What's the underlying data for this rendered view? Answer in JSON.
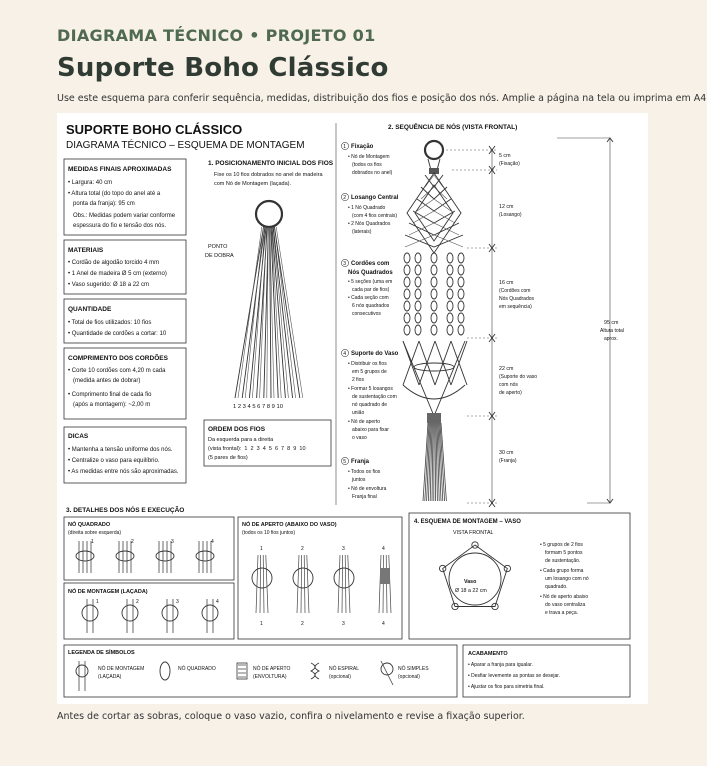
{
  "header": {
    "kicker": "DIAGRAMA TÉCNICO • PROJETO 01",
    "title": "Suporte Boho Clássico",
    "intro": "Use este esquema para conferir sequência, medidas, distribuição dos fios e posição dos nós. Amplie a página na tela ou imprima em A4."
  },
  "footer": {
    "note": "Antes de cortar as sobras, coloque o vaso vazio, confira o nivelamento e revise a fixação superior."
  },
  "sheet": {
    "title": "SUPORTE BOHO CLÁSSICO",
    "subtitle": "DIAGRAMA TÉCNICO – ESQUEMA DE MONTAGEM",
    "medidas": {
      "title": "MEDIDAS FINAIS APROXIMADAS",
      "l1": "• Largura: 40 cm",
      "l2": "• Altura total (do topo do anel até a",
      "l3": "ponta da franja): 95 cm",
      "obs1": "Obs.: Medidas podem variar conforme",
      "obs2": "espessura do fio e tensão dos nós."
    },
    "materiais": {
      "title": "MATERIAIS",
      "l1": "• Cordão de algodão torcido 4 mm",
      "l2": "• 1 Anel de madeira Ø 5 cm (externo)",
      "l3": "• Vaso sugerido: Ø 18 a 22 cm"
    },
    "quantidade": {
      "title": "QUANTIDADE",
      "l1": "• Total de fios utilizados: 10 fios",
      "l2": "• Quantidade de cordões a cortar: 10"
    },
    "comprimento": {
      "title": "COMPRIMENTO DOS CORDÕES",
      "l1": "• Corte 10 cordões com 4,20 m cada",
      "l2": "(medida antes de dobrar)",
      "l3": "• Comprimento final de cada fio",
      "l4": "(após a montagem): ~2,00 m"
    },
    "dicas": {
      "title": "DICAS",
      "l1": "• Mantenha a tensão uniforme dos nós.",
      "l2": "• Centralize o vaso para equilíbrio.",
      "l3": "• As medidas entre nós são aproximadas."
    },
    "posicionamento": {
      "title": "1. POSICIONAMENTO INICIAL DOS FIOS",
      "d1": "Fixe os 10 fios dobrados no anel de madeira",
      "d2": "com Nó de Montagem (laçada).",
      "ponto1": "PONTO",
      "ponto2": "DE DOBRA",
      "numbers": "1 2 3 4 5 6 7 8 9 10"
    },
    "ordem": {
      "title": "ORDEM DOS FIOS",
      "l1": "Da esquerda para a direita",
      "l2": "(vista frontal):  1  2  3  4  5  6  7  8  9  10",
      "l3": "(5 pares de fios)"
    },
    "sequencia": {
      "title": "2. SEQUÊNCIA DE NÓS (VISTA FRONTAL)",
      "s1": {
        "n": "1",
        "title": "Fixação",
        "l1": "• Nó de Montagem",
        "l2": "(todos os fios",
        "l3": "dobrados no anel)"
      },
      "s2": {
        "n": "2",
        "title": "Losango Central",
        "l1": "• 1 Nó Quadrado",
        "l2": "(com 4 fios centrais)",
        "l3": "• 2 Nós Quadrados",
        "l4": "(laterais)"
      },
      "s3": {
        "n": "3",
        "title": "Cordões com",
        "t2": "Nós Quadrados",
        "l1": "• 5 seções (uma em",
        "l2": "cada par de fios)",
        "l3": "• Cada seção com",
        "l4": "6 nós quadrados",
        "l5": "consecutivos"
      },
      "s4": {
        "n": "4",
        "title": "Suporte do Vaso",
        "l1": "• Distribuir os fios",
        "l2": "em 5 grupos de",
        "l3": "2 fios",
        "l4": "• Formar 5 losangos",
        "l5": "de sustentação com",
        "l6": "nó quadrado de",
        "l7": "união",
        "l8": "• Nó de aperto",
        "l9": "abaixo para fixar",
        "l10": "o vaso"
      },
      "s5": {
        "n": "5",
        "title": "Franja",
        "l1": "• Todos os fios",
        "l2": "juntos",
        "l3": "• Nó de envoltura",
        "l4": "Franja final"
      }
    },
    "dims": {
      "d1a": "5 cm",
      "d1b": "(Fixação)",
      "d2a": "12 cm",
      "d2b": "(Losango)",
      "d3a": "16 cm",
      "d3b": "(Cordões com",
      "d3c": "Nós Quadrados",
      "d3d": "em sequência)",
      "d4a": "22 cm",
      "d4b": "(Suporte do vaso",
      "d4c": "com nós",
      "d4d": "de aperto)",
      "d5a": "30 cm",
      "d5b": "(Franja)",
      "totala": "95 cm",
      "totalb": "Altura total",
      "totalc": "aprox."
    },
    "detalhes": {
      "title": "3. DETALHES DOS NÓS E EXECUÇÃO",
      "nq": "NÓ QUADRADO",
      "nq_sub": "(direita sobre esquerda)",
      "nm": "NÓ DE MONTAGEM (LAÇADA)",
      "na": "NÓ DE APERTO (ABAIXO DO VASO)",
      "na_sub": "(todos os 10 fios juntos)",
      "s1": "1",
      "s2": "2",
      "s3": "3",
      "s4": "4"
    },
    "esquema": {
      "title": "4. ESQUEMA DE MONTAGEM – VASO",
      "frontal": "VISTA FRONTAL",
      "vaso": "Vaso",
      "vaso_d": "Ø 18 a 22 cm",
      "b1a": "• 5 grupos de 2 fios",
      "b1b": "formam 5 pontos",
      "b1c": "de sustentação.",
      "b2a": "• Cada grupo forma",
      "b2b": "um losango com nó",
      "b2c": "quadrado.",
      "b3a": "• Nó de aperto abaixo",
      "b3b": "do vaso centraliza",
      "b3c": "e trava a peça."
    },
    "legenda": {
      "title": "LEGENDA DE SÍMBOLOS",
      "m1": "NÓ DE MONTAGEM",
      "m2": "(LAÇADA)",
      "q": "NÓ QUADRADO",
      "a1": "NÓ DE APERTO",
      "a2": "(ENVOLTURA)",
      "e1": "NÓ ESPIRAL",
      "e2": "(opcional)",
      "s1": "NÓ SIMPLES",
      "s2": "(opcional)"
    },
    "acabamento": {
      "title": "ACABAMENTO",
      "l1": "• Aparar a franja para igualar.",
      "l2": "• Desfiar levemente as pontas se desejar.",
      "l3": "• Ajustar os fios para simetria final."
    }
  }
}
